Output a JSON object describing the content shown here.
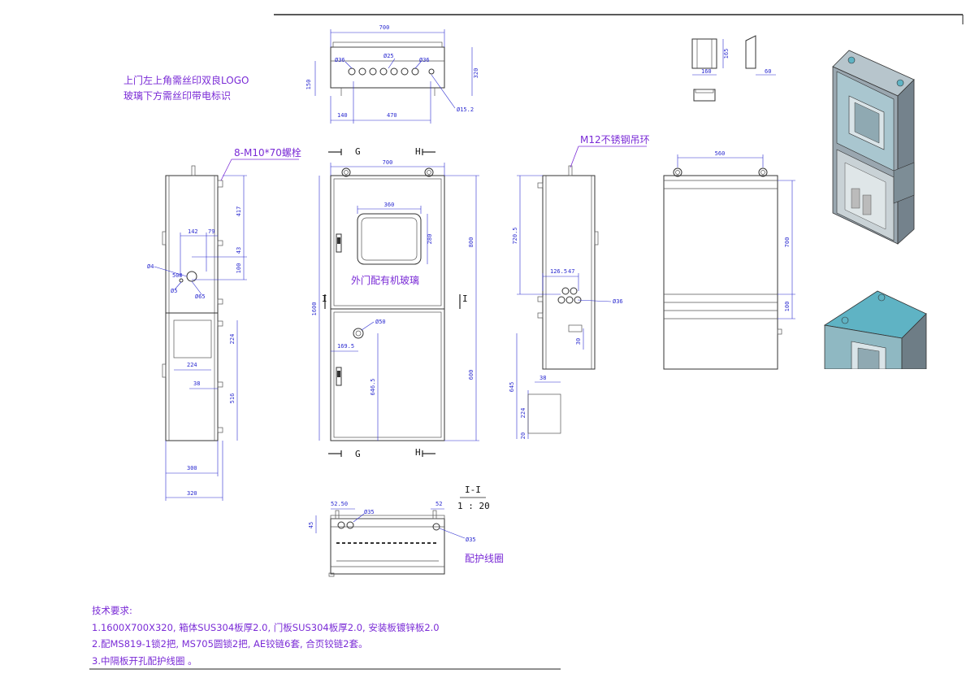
{
  "notes": {
    "logo_line1": "上门左上角需丝印双良LOGO",
    "logo_line2": "玻璃下方需丝印带电标识",
    "bolts": "8-M10*70螺栓",
    "lifting_ring": "M12不锈钢吊环",
    "glass": "外门配有机玻璃",
    "grommet": "配护线圈"
  },
  "section_labels": {
    "g": "G",
    "h": "H",
    "i": "I",
    "section_title": "I-I",
    "scale": "1 : 20"
  },
  "tech_requirements": {
    "heading": "技术要求:",
    "line1": "1.1600X700X320, 箱体SUS304板厚2.0, 门板SUS304板厚2.0, 安装板镀锌板2.0",
    "line2": "2.配MS819-1锁2把, MS705圆锁2把, AE铰链6套, 合页铰链2套。",
    "line3": "3.中隔板开孔配护线圈 。"
  },
  "dimensions": {
    "top_width": "700",
    "top_height": "320",
    "top_side": "150",
    "top_d36_left": "Ø36",
    "top_d25": "Ø25",
    "top_d36_right": "Ø36",
    "top_140": "140",
    "top_470": "470",
    "top_d152": "Ø15.2",
    "front_width": "700",
    "front_window_w": "360",
    "front_window_h": "280",
    "front_upper_h": "800",
    "front_lower_h": "600",
    "front_total_h": "1600",
    "front_d50": "Ø50",
    "front_1695": "169.5",
    "front_6465": "646.5",
    "side_417": "417",
    "side_142": "142",
    "side_79": "79",
    "side_43": "43",
    "side_100": "100",
    "side_d4": "Ø4",
    "side_d65": "Ø65",
    "side_d5": "Ø5",
    "side_500": "500",
    "side_224a": "224",
    "side_224b": "224",
    "side_38": "38",
    "side_516": "516",
    "side_300": "300",
    "side_320": "320",
    "right_7205": "720.5",
    "right_1265": "126.5",
    "right_47": "47",
    "right_d36": "Ø36",
    "right_30": "30",
    "right_38": "38",
    "right_645": "645",
    "right_224": "224",
    "right_20": "20",
    "back_560": "560",
    "back_700": "700",
    "back_100": "100",
    "small_160": "160",
    "small_165": "165",
    "small_60": "60",
    "bottom_5250": "52.50",
    "bottom_52": "52",
    "bottom_45": "45",
    "bottom_d35a": "Ø35",
    "bottom_d35b": "Ø35"
  },
  "colors": {
    "dimension": "#2a2ad0",
    "annotation": "#7a2bd6",
    "outline": "#333333",
    "cabinet_steel": "#9aa7b0",
    "cabinet_accent": "#5fb3c4"
  }
}
